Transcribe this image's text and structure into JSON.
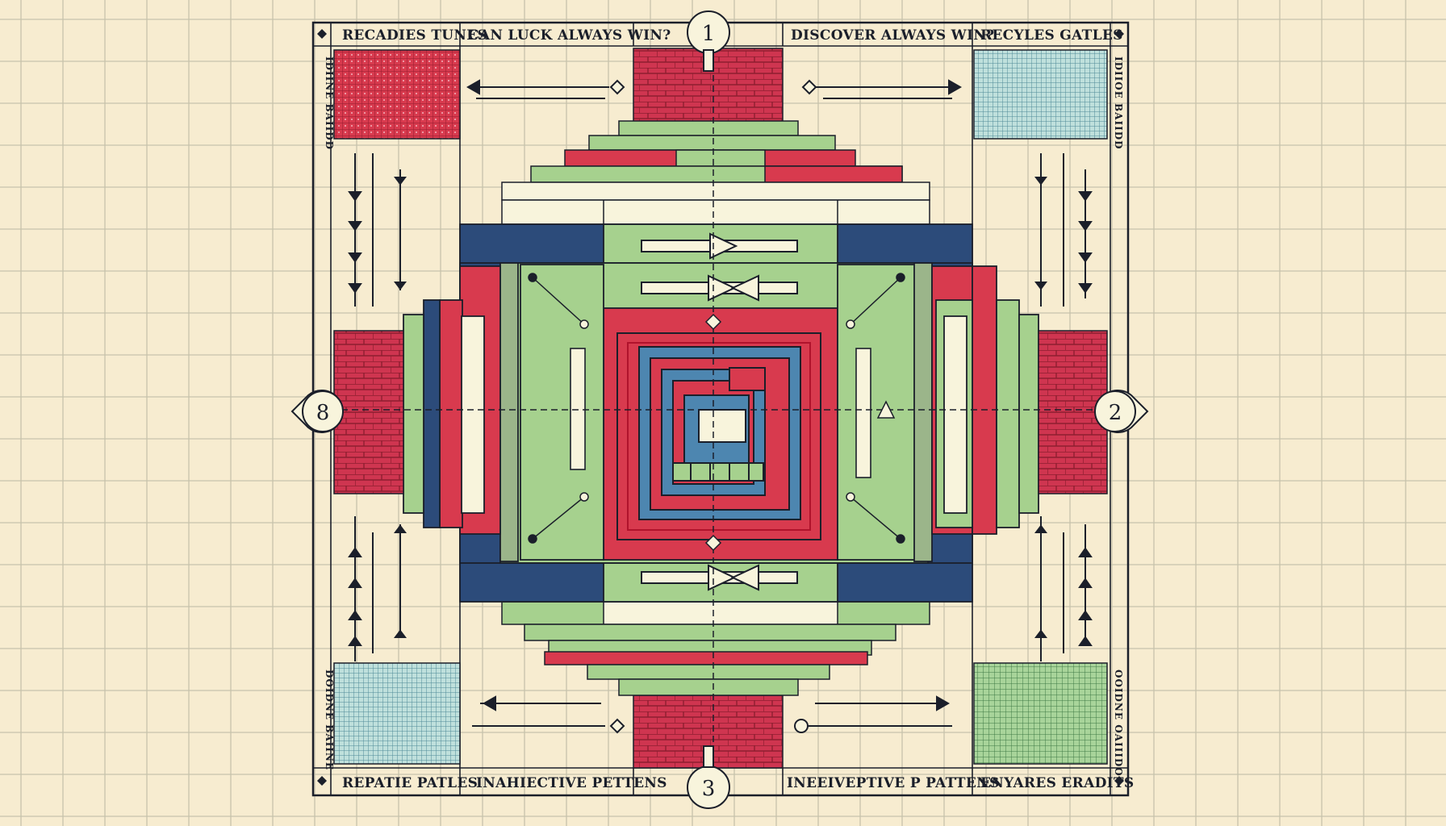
{
  "labels": {
    "top_left": "RECADIES TUNES",
    "top_mid_left": "CAN LUCK ALWAYS WIN?",
    "top_mid_right": "DISCOVER ALWAYS WIN?",
    "top_right": "RECYLES GATLES",
    "bottom_left": "REPATIE PATLES",
    "bottom_mid_left": "INAHIECTIVE PETTENS",
    "bottom_mid_right": "INEEIVEPTIVE P PATTENS",
    "bottom_right": "ENYARES ERADITS",
    "side_top_left": "IDIINE BAIIDD",
    "side_top_right": "IDIIOE BAIIDD",
    "side_bottom_left": "DOIDNE BAIINE",
    "side_bottom_right": "OOIDNE OAIIIDO"
  },
  "markers": {
    "top": "1",
    "right": "2",
    "bottom": "3",
    "left": "8"
  },
  "colors": {
    "background": "#f7ecd0",
    "grid": "#c7c2ac",
    "red": "#d83a4e",
    "green": "#a6d18e",
    "blue": "#2c4b7a",
    "mid_blue": "#4d86b0",
    "cream": "#f8f4dc",
    "ink": "#1b1f2a",
    "teal_hatch": "#7eb4b8",
    "green_hatch": "#5f9b5e"
  }
}
